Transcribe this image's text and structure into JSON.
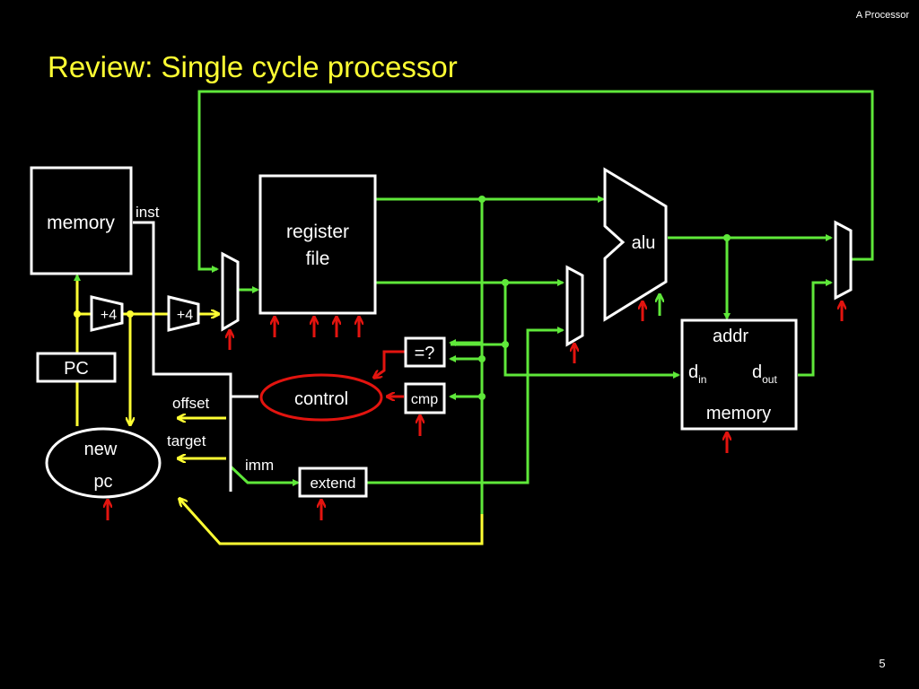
{
  "header": {
    "section": "A Processor",
    "title": "Review: Single cycle processor",
    "page_number": "5"
  },
  "diagram": {
    "inst_memory": "memory",
    "inst": "inst",
    "plus4_a": "+4",
    "plus4_b": "+4",
    "pc": "PC",
    "newpc_line1": "new",
    "newpc_line2": "pc",
    "register_file_line1": "register",
    "register_file_line2": "file",
    "alu": "alu",
    "control": "control",
    "compare_eq": "=?",
    "cmp": "cmp",
    "offset": "offset",
    "target": "target",
    "imm": "imm",
    "extend": "extend",
    "data_memory": {
      "addr": "addr",
      "din_base": "d",
      "din_sub": "in",
      "dout_base": "d",
      "dout_sub": "out",
      "label": "memory"
    }
  },
  "colors": {
    "background": "#000000",
    "title": "#ffff33",
    "signal_green": "#5fe83a",
    "signal_yellow": "#ffff33",
    "control_red": "#e3140f",
    "box_white": "#ffffff"
  }
}
